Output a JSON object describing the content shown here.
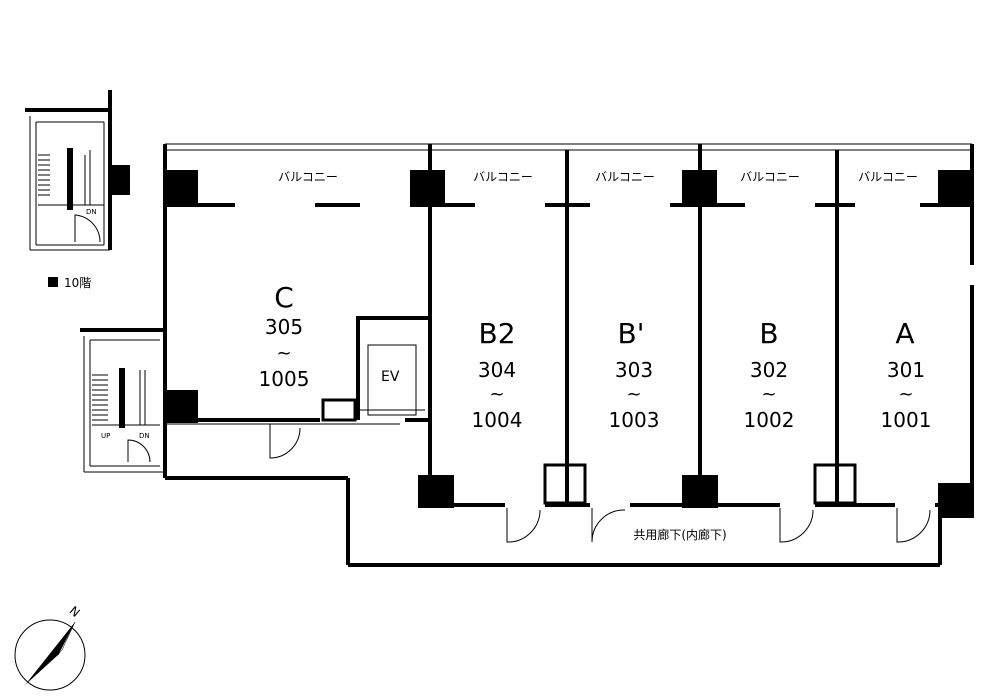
{
  "floor_label": "10階",
  "balcony_label": "バルコニー",
  "corridor_label": "共用廊下(内廊下)",
  "elevator_label": "EV",
  "north_label": "N",
  "stair_up": "UP",
  "stair_down": "DN",
  "range_mark": "~",
  "units": [
    {
      "letter": "C",
      "from": "305",
      "to": "1005"
    },
    {
      "letter": "B2",
      "from": "304",
      "to": "1004"
    },
    {
      "letter": "B'",
      "from": "303",
      "to": "1003"
    },
    {
      "letter": "B",
      "from": "302",
      "to": "1002"
    },
    {
      "letter": "A",
      "from": "301",
      "to": "1001"
    }
  ],
  "colors": {
    "wall": "#000000",
    "background": "#ffffff"
  }
}
